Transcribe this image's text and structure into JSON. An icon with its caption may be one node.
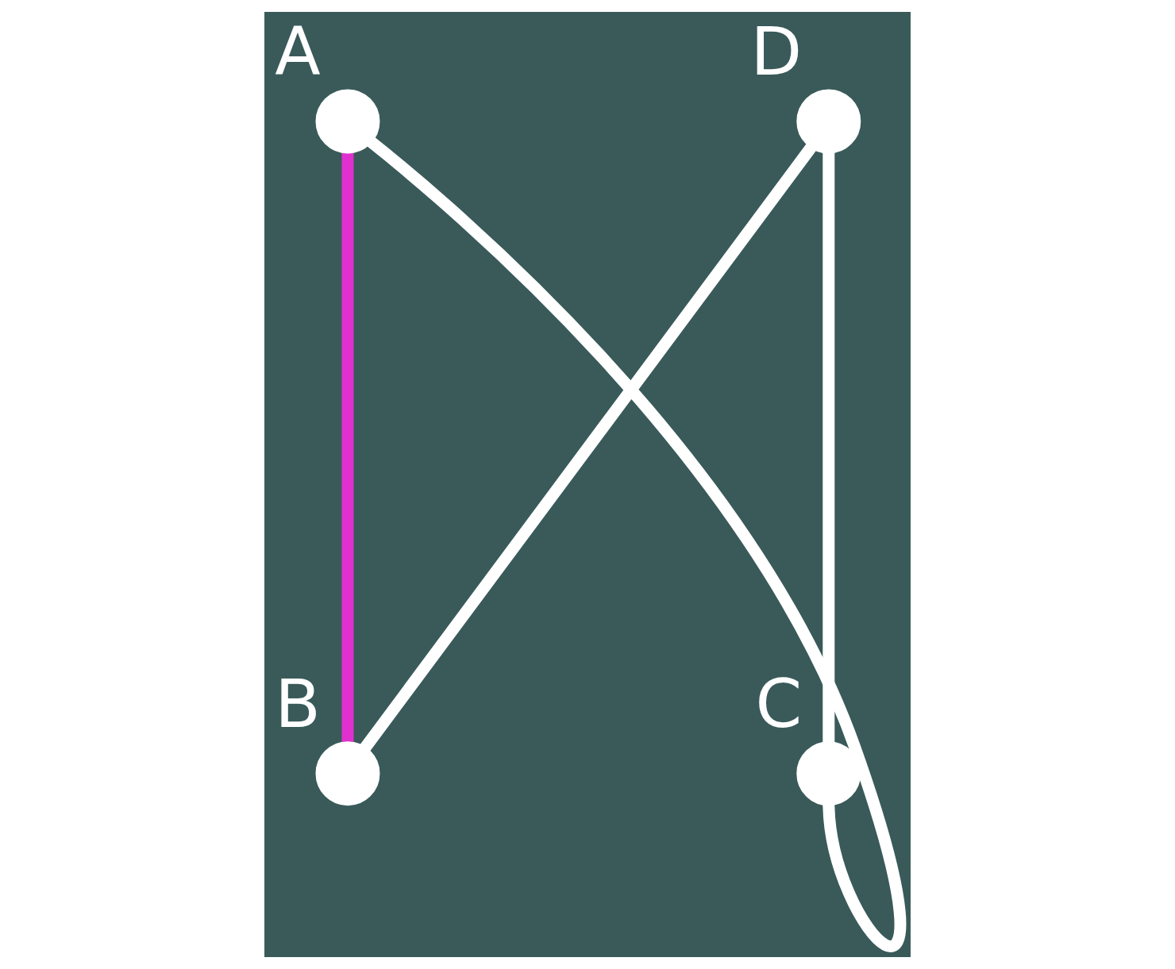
{
  "diagram": {
    "nodes": [
      {
        "text": [],
        "shape": "circle",
        "beside": [
          "A"
        ]
      },
      {
        "text": [],
        "shape": "circle",
        "beside": [
          "B"
        ]
      },
      {
        "text": [],
        "shape": "circle",
        "beside": [
          "C"
        ]
      },
      {
        "text": [],
        "shape": "circle",
        "beside": [
          "D"
        ]
      }
    ],
    "edges": [
      {
        "from": 0,
        "to": 1,
        "arrow": "none",
        "color": "#e030d0"
      },
      {
        "from": 0,
        "to": 2,
        "arrow": "none"
      },
      {
        "from": 1,
        "to": 3,
        "arrow": "none"
      },
      {
        "from": 3,
        "to": 2,
        "arrow": "none"
      }
    ]
  }
}
